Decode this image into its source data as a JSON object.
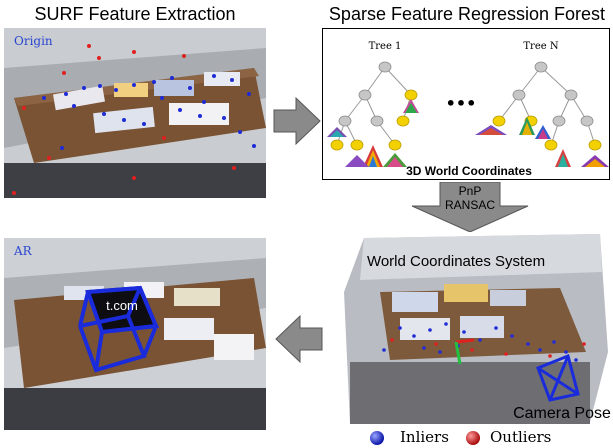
{
  "titles": {
    "surf": "SURF Feature Extraction",
    "forest": "Sparse Feature Regression Forest"
  },
  "panels": {
    "origin_tag": "Origin",
    "ar_tag": "AR",
    "ar_box_text": "t.com"
  },
  "forest": {
    "tree1": "Tree 1",
    "treeN": "Tree N",
    "ellipsis": "•••",
    "world_coords": "3D World Coordinates"
  },
  "pnp": {
    "line1": "PnP",
    "line2": "RANSAC"
  },
  "scene": {
    "world_system": "World Coordinates System",
    "camera_pose": "Camera Pose"
  },
  "legend": {
    "inliers": "Inliers",
    "outliers": "Outliers"
  },
  "colors": {
    "inlier": "#1f2bd6",
    "outlier": "#e02020",
    "node_gray": "#bfbfbf",
    "leaf_yellow": "#f5d300",
    "arrow_gray": "#888888",
    "ar_box": "#1a2bdc"
  }
}
